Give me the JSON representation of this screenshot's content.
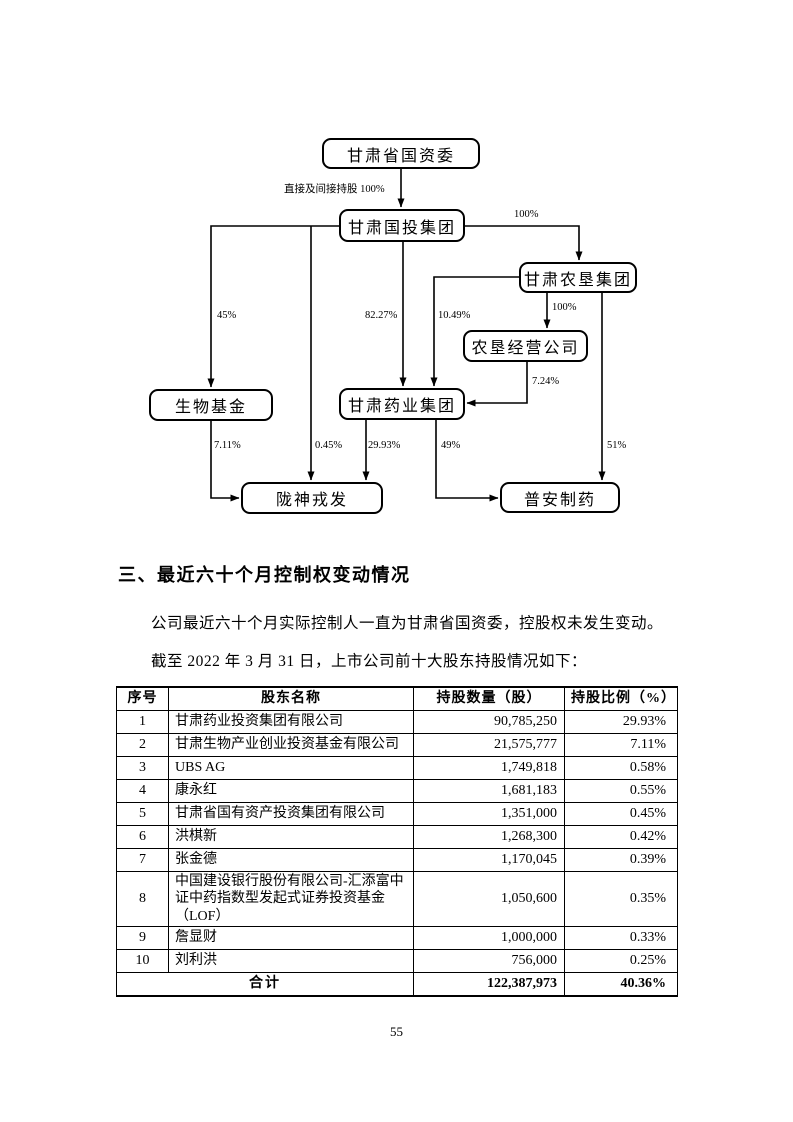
{
  "diagram": {
    "nodes": {
      "provincial_sasac": "甘肃省国资委",
      "guotou_group": "甘肃国投集团",
      "nongken_group": "甘肃农垦集团",
      "nongken_operating": "农垦经营公司",
      "bio_fund": "生物基金",
      "pharma_group": "甘肃药业集团",
      "longshen_rongfa": "陇神戎发",
      "puan_pharma": "普安制药"
    },
    "edge_labels": {
      "direct_indirect": "直接及间接持股 100%",
      "guotou_to_nongken": "100%",
      "guotou_to_bio": "45%",
      "guotou_to_pharma": "82.27%",
      "nongken_to_pharma": "10.49%",
      "nongken_to_operating": "100%",
      "operating_to_pharma": "7.24%",
      "nongken_to_puan": "51%",
      "bio_to_longshen": "7.11%",
      "guotou_to_longshen": "0.45%",
      "pharma_to_longshen": "29.93%",
      "pharma_to_puan": "49%"
    }
  },
  "section": {
    "heading": "三、最近六十个月控制权变动情况",
    "para1": "公司最近六十个月实际控制人一直为甘肃省国资委，控股权未发生变动。",
    "para2": "截至 2022 年 3 月 31 日，上市公司前十大股东持股情况如下："
  },
  "table": {
    "headers": [
      "序号",
      "股东名称",
      "持股数量（股）",
      "持股比例（%）"
    ],
    "rows": [
      [
        "1",
        "甘肃药业投资集团有限公司",
        "90,785,250",
        "29.93%"
      ],
      [
        "2",
        "甘肃生物产业创业投资基金有限公司",
        "21,575,777",
        "7.11%"
      ],
      [
        "3",
        "UBS AG",
        "1,749,818",
        "0.58%"
      ],
      [
        "4",
        "康永红",
        "1,681,183",
        "0.55%"
      ],
      [
        "5",
        "甘肃省国有资产投资集团有限公司",
        "1,351,000",
        "0.45%"
      ],
      [
        "6",
        "洪棋新",
        "1,268,300",
        "0.42%"
      ],
      [
        "7",
        "张金德",
        "1,170,045",
        "0.39%"
      ],
      [
        "8",
        "中国建设银行股份有限公司-汇添富中证中药指数型发起式证券投资基金（LOF）",
        "1,050,600",
        "0.35%"
      ],
      [
        "9",
        "詹显财",
        "1,000,000",
        "0.33%"
      ],
      [
        "10",
        "刘利洪",
        "756,000",
        "0.25%"
      ]
    ],
    "total": {
      "label": "合计",
      "shares": "122,387,973",
      "ratio": "40.36%"
    }
  },
  "footer": {
    "page_number": "55"
  }
}
